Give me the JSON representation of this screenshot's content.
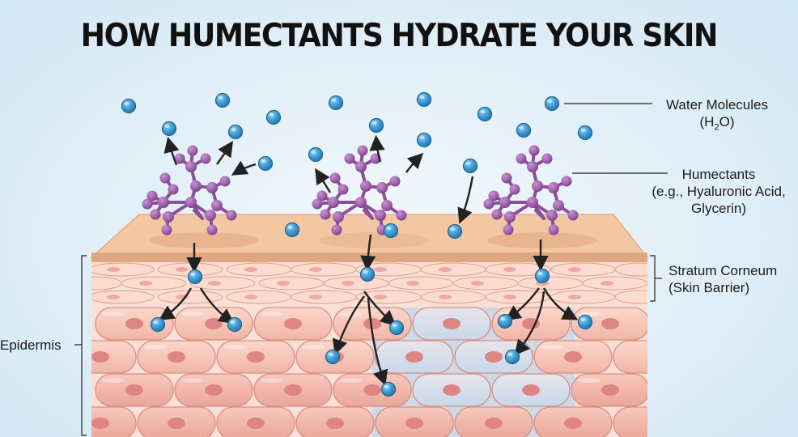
{
  "title": "HOW HUMECTANTS HYDRATE YOUR SKIN",
  "labels": {
    "water": {
      "line1": "Water Molecules",
      "line2_pre": "(H",
      "line2_sub": "2",
      "line2_post": "O)"
    },
    "humectants": {
      "line1": "Humectants",
      "line2": "(e.g., Hyaluronic Acid,",
      "line3": "Glycerin)"
    },
    "stratum": {
      "line1": "Stratum Corneum",
      "line2": "(Skin Barrier)"
    },
    "epidermis": "Epidermis"
  },
  "colors": {
    "water": "#3a9bd5",
    "humectant": "#9b5fa8",
    "skin_surface": "#f2c6a0",
    "cell": "#f6c3b6",
    "nucleus": "#e08a86",
    "hydrated_cell": "#c9d9ea"
  },
  "icons": {
    "water_molecule": "water-molecule-icon",
    "humectant_molecule": "humectant-molecule-icon",
    "arrow": "arrow-icon"
  }
}
